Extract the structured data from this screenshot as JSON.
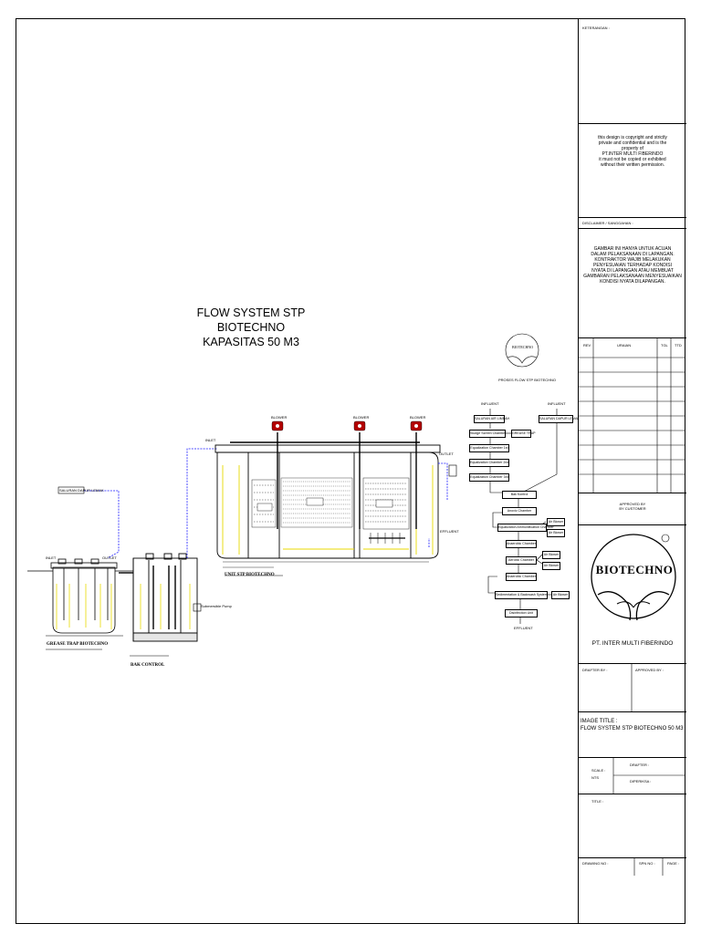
{
  "title_lines": [
    "FLOW SYSTEM STP BIOTECHNO",
    "KAPASITAS 50 M3"
  ],
  "panel": {
    "keterangan_label": "KETERANGAN :",
    "copyright_lines": [
      "this design is copyright and strictly",
      "private and confidential and is the",
      "property of",
      "PT.INTER MULTI FIBERINDO",
      "it must not be copied or exhibited",
      "without their written permission."
    ],
    "disclaimer_label": "DISCLAIMER / SANGGAHAN :",
    "disclaimer_lines": [
      "GAMBAR INI HANYA UNTUK ACUAN",
      "DALAM PELAKSANAAN DI LAPANGAN.",
      "KONTRAKTOR WAJIB MELAKUKAN",
      "PENYESUAIAN TERHADAP KONDISI",
      "NYATA DI LAPANGAN ATAU MEMBUAT",
      "GAMBARAN PELAKSANAAN MENYESUAIKAN",
      "KONDISI NYATA DILAPANGAN."
    ],
    "rev_headers": [
      "REV",
      "URAIAN",
      "TGL",
      "TTD"
    ],
    "approved_lines": [
      "APPROVED BY",
      "BY CUSTOMER"
    ],
    "logo_text": "BIOTECHNO",
    "company": "PT. INTER MULTI FIBERINDO",
    "drafter_by": "DRAFTER BY :",
    "approved_by": "APPROVED BY :",
    "image_title_label": "IMAGE TITLE :",
    "image_title": "FLOW SYSTEM STP BIOTECHNO 50 M3",
    "scale_label": "SCALE :",
    "scale_value": "NTS",
    "drafter_label": "DRAFTER :",
    "diperiksa_label": "DIPERIKSA :",
    "title_label": "TITLE :",
    "drawing_no": "DRAWING NO :",
    "spn_no": "SPN NO :",
    "page": "PAGE :"
  },
  "unit_labels": {
    "grease_trap": "GREASE TRAP BIOTECHNO",
    "bak_control": "BAK CONTROL",
    "unit_stp": "UNIT STP BIOTECHNO",
    "proses": "PROSES FLOW STP BIOTECHNO",
    "logo_small": "BIOTECHNO"
  },
  "flow": {
    "influent_a": "INFLUENT",
    "influent_b": "INFLUENT",
    "effluent": "EFFLUENT",
    "boxes_left": [
      "SALURAN AIR LIMBAH",
      "Sludge Screen Chamber",
      "Equalization Chamber 1st",
      "Equalization Chamber 2nd",
      "Equalization Chamber 3rd"
    ],
    "box_right_top": "SALURAN DAPUR LEMAK",
    "box_grease": "GREASE TRAP",
    "bar_control": "Bak Kontrol",
    "chain": [
      "Anoxic Chamber",
      "Equalization Ammonification Chamber",
      "Anaerobic Chamber",
      "Aerobic Chamber",
      "Anaerobic Chamber"
    ],
    "side": [
      "Air Blower",
      "Air Blower",
      "Air Blower",
      "Air Blower"
    ],
    "sed": "Sedimentation & Backwash System",
    "side_last": "Air Blower",
    "disinfect": "Disinfection Unit"
  },
  "drawing_labels": {
    "saluran_dapur": "SALURAN DAPUR LEMAK",
    "blower1": "BLOWER",
    "blower2": "BLOWER",
    "blower3": "BLOWER",
    "inlet": "INLET",
    "outlet": "OUTLET",
    "effluent_label": "EFFLUENT",
    "grease_inlet": "INLET",
    "grease_outlet": "OUTLET",
    "pump": "Submersible Pump"
  },
  "colors": {
    "ink": "#000000",
    "pipe_blue": "#1a1aff",
    "hl_yellow": "#e8d900",
    "red": "#cc0000"
  }
}
